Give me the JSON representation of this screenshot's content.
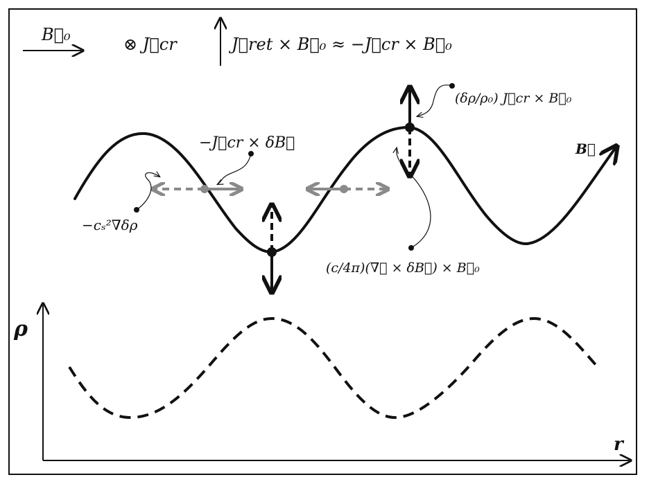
{
  "legend": {
    "b0_arrow": "B⃗₀",
    "jcr_symbol": "⊗ J⃗cr",
    "jret_relation": "J⃗ret × B⃗₀ ≈ −J⃗cr × B⃗₀"
  },
  "labels": {
    "field_b": "B⃗",
    "jcr_cross_db": "−J⃗cr × δB⃗",
    "sound_pressure": "−cₛ²∇δρ",
    "density_force": "(δρ/ρ₀) J⃗cr × B⃗₀",
    "curl_force": "(c/4π)(∇⃗ × δB⃗) × B⃗₀"
  },
  "axes": {
    "y_label": "ρ",
    "x_label": "r"
  },
  "colors": {
    "ink": "#111111",
    "gray_arrow": "#8a8a8a"
  }
}
